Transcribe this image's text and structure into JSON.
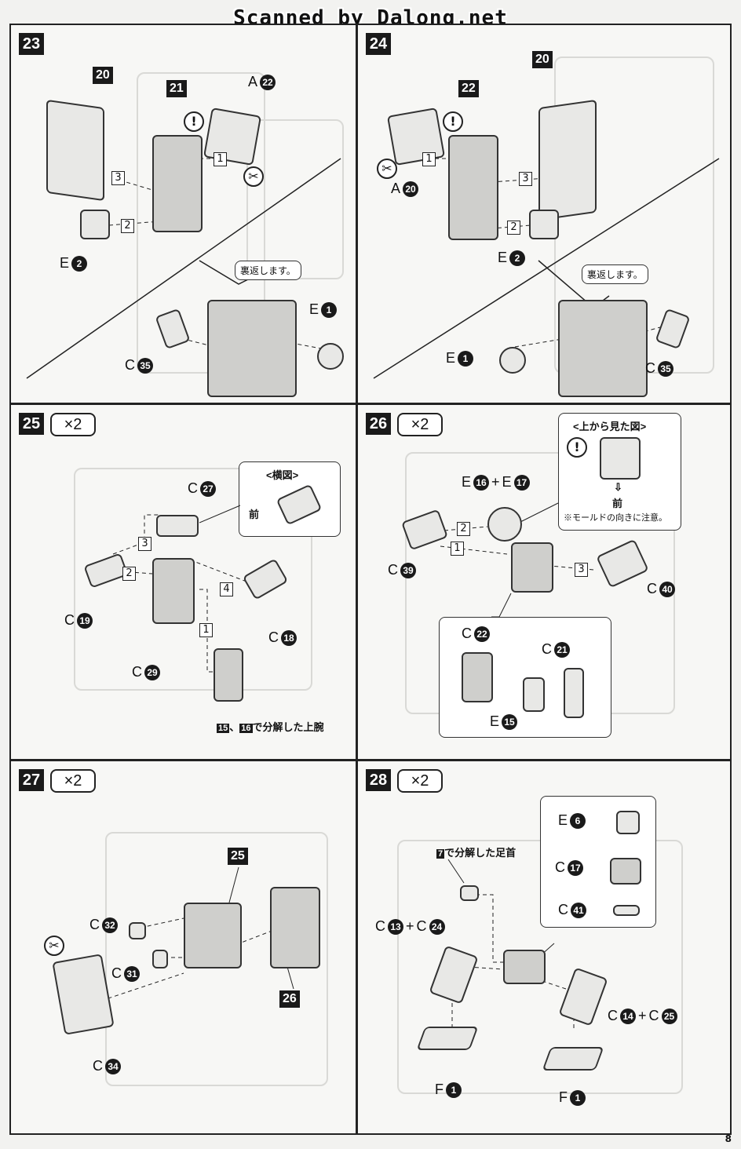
{
  "header": "Scanned by Dalong.net",
  "page_number": "8",
  "steps": {
    "s23": {
      "number": "23",
      "part_tags": [
        "20",
        "21"
      ],
      "labels": {
        "a": "A",
        "a_num": "22",
        "e1": "E",
        "e1_num": "2",
        "e2": "E",
        "e2_num": "1",
        "c": "C",
        "c_num": "35"
      },
      "seq": [
        "1",
        "2",
        "3"
      ],
      "callout": "裏返します。"
    },
    "s24": {
      "number": "24",
      "part_tags": [
        "22",
        "20"
      ],
      "labels": {
        "a": "A",
        "a_num": "20",
        "e1": "E",
        "e1_num": "2",
        "e2": "E",
        "e2_num": "1",
        "c": "C",
        "c_num": "35"
      },
      "seq": [
        "1",
        "2",
        "3"
      ],
      "callout": "裏返します。"
    },
    "s25": {
      "number": "25",
      "multiplier": "×2",
      "side_view_title": "<横図>",
      "front_label": "前",
      "labels": {
        "c27": "C",
        "c27_num": "27",
        "c19": "C",
        "c19_num": "19",
        "c18": "C",
        "c18_num": "18",
        "c29": "C",
        "c29_num": "29"
      },
      "seq": [
        "1",
        "2",
        "3",
        "4"
      ],
      "caption_nums": [
        "15",
        "16"
      ],
      "caption_text": "で分解した上腕",
      "caption_sep": "、"
    },
    "s26": {
      "number": "26",
      "multiplier": "×2",
      "top_view_title": "<上から見た図>",
      "front_label": "前",
      "arrow": "⇩",
      "note": "※モールドの向きに注意。",
      "labels": {
        "e16": "E",
        "e16_num": "16",
        "plus": "+",
        "e17": "E",
        "e17_num": "17",
        "c39": "C",
        "c39_num": "39",
        "c40": "C",
        "c40_num": "40",
        "c22": "C",
        "c22_num": "22",
        "c21": "C",
        "c21_num": "21",
        "e15": "E",
        "e15_num": "15"
      },
      "seq": [
        "1",
        "2",
        "3"
      ]
    },
    "s27": {
      "number": "27",
      "multiplier": "×2",
      "part_tags": [
        "25",
        "26"
      ],
      "labels": {
        "c32": "C",
        "c32_num": "32",
        "c31": "C",
        "c31_num": "31",
        "c34": "C",
        "c34_num": "34"
      }
    },
    "s28": {
      "number": "28",
      "multiplier": "×2",
      "caption_num": "7",
      "caption_text": "で分解した足首",
      "labels": {
        "e6": "E",
        "e6_num": "6",
        "c17": "C",
        "c17_num": "17",
        "c41": "C",
        "c41_num": "41",
        "c13": "C",
        "c13_num": "13",
        "plus": "+",
        "c24": "C",
        "c24_num": "24",
        "c14": "C",
        "c14_num": "14",
        "c25": "C",
        "c25_num": "25",
        "f1": "F",
        "f1_num": "1",
        "f2": "F",
        "f2_num": "1"
      }
    }
  }
}
